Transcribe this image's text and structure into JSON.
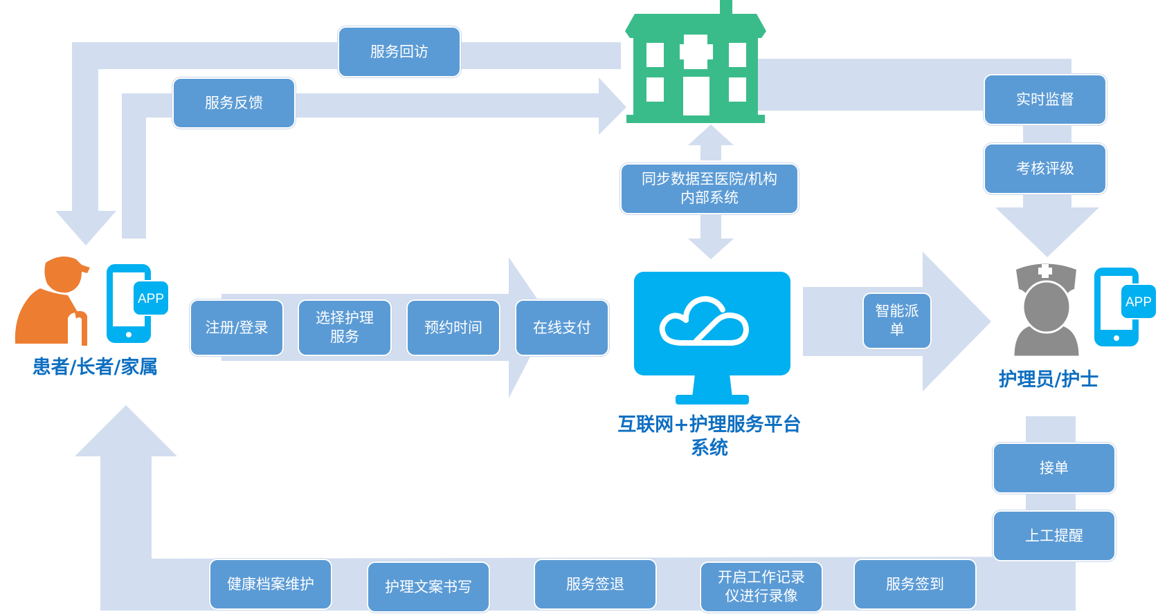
{
  "colors": {
    "arrow": "#d2deef",
    "box": "#5b9bd5",
    "hospital": "#3abc8a",
    "platform": "#00b0f0",
    "patient": "#ed7d31",
    "nurse": "#8c8c8c",
    "label": "#0e6fc1"
  },
  "actors": {
    "patient": {
      "label": "患者/长者/家属",
      "icon": "elderly-person-icon",
      "app_badge": "APP"
    },
    "nurse": {
      "label": "护理员/护士",
      "icon": "nurse-icon",
      "app_badge": "APP"
    },
    "platform": {
      "label": "互联网+护理服务平台\n系统",
      "icon": "cloud-monitor-icon"
    },
    "hospital": {
      "icon": "hospital-icon"
    }
  },
  "steps": {
    "top": [
      {
        "id": "service-revisit",
        "label": "服务回访"
      },
      {
        "id": "service-feedback",
        "label": "服务反馈"
      }
    ],
    "sync": {
      "label": "同步数据至医院/机构\n内部系统"
    },
    "right_top": [
      {
        "id": "realtime-supervision",
        "label": "实时监督"
      },
      {
        "id": "assessment-rating",
        "label": "考核评级"
      }
    ],
    "booking": [
      {
        "id": "register-login",
        "label": "注册/登录"
      },
      {
        "id": "select-service",
        "label": "选择护理\n服务"
      },
      {
        "id": "book-time",
        "label": "预约时间"
      },
      {
        "id": "online-payment",
        "label": "在线支付"
      }
    ],
    "dispatch": {
      "label": "智能派\n单"
    },
    "right_bottom": [
      {
        "id": "accept-order",
        "label": "接单"
      },
      {
        "id": "work-reminder",
        "label": "上工提醒"
      }
    ],
    "bottom": [
      {
        "id": "health-records",
        "label": "健康档案维护"
      },
      {
        "id": "nursing-docs",
        "label": "护理文案书写"
      },
      {
        "id": "service-checkout",
        "label": "服务签退"
      },
      {
        "id": "record-video",
        "label": "开启工作记录\n仪进行录像"
      },
      {
        "id": "service-checkin",
        "label": "服务签到"
      }
    ]
  }
}
